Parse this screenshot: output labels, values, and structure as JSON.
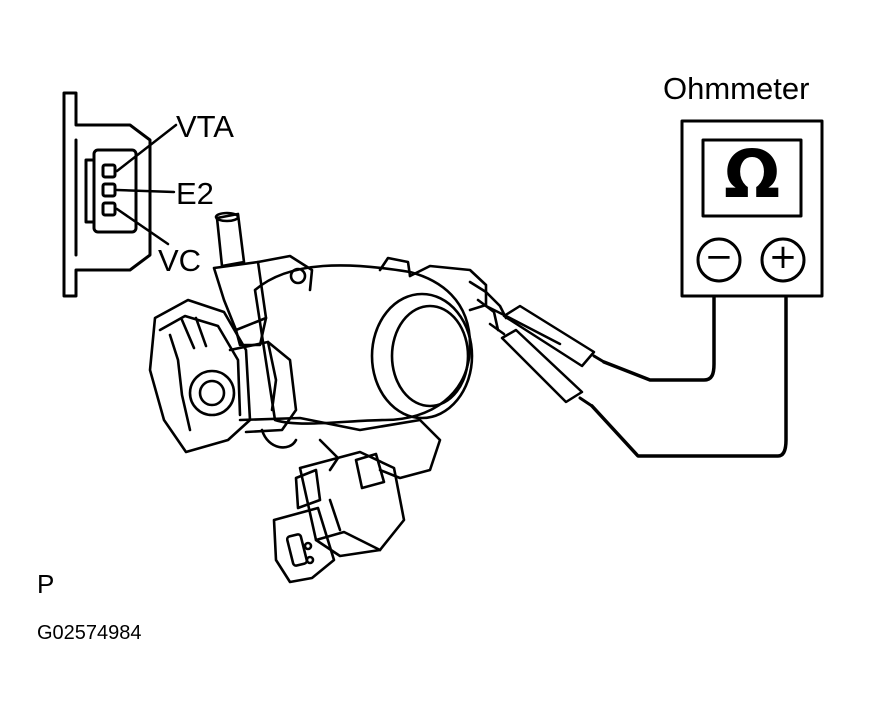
{
  "connector": {
    "terminals": [
      "VTA",
      "E2",
      "VC"
    ]
  },
  "ohmmeter": {
    "title": "Ohmmeter",
    "display_symbol": "Ω",
    "minus_symbol": "−",
    "plus_symbol": "+"
  },
  "footer": {
    "view_code": "P",
    "figure_id": "G02574984"
  }
}
